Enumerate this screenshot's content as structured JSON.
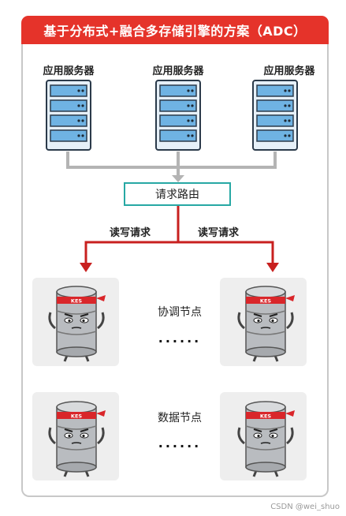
{
  "title": "基于分布式+融合多存储引擎的方案（ADC）",
  "servers": [
    {
      "label": "应用服务器"
    },
    {
      "label": "应用服务器"
    },
    {
      "label": "应用服务器"
    }
  ],
  "router": {
    "label": "请求路由"
  },
  "requests": {
    "left": "读写请求",
    "right": "读写请求"
  },
  "node_groups": [
    {
      "title": "协调节点",
      "ellipsis": "······"
    },
    {
      "title": "数据节点",
      "ellipsis": "······"
    }
  ],
  "db_mascot_label": "KES",
  "watermark": "CSDN @wei_shuo",
  "colors": {
    "banner": "#e5332a",
    "router_border": "#27a8a4",
    "arrow_red": "#c8201f",
    "line_gray": "#b4b4b4"
  }
}
